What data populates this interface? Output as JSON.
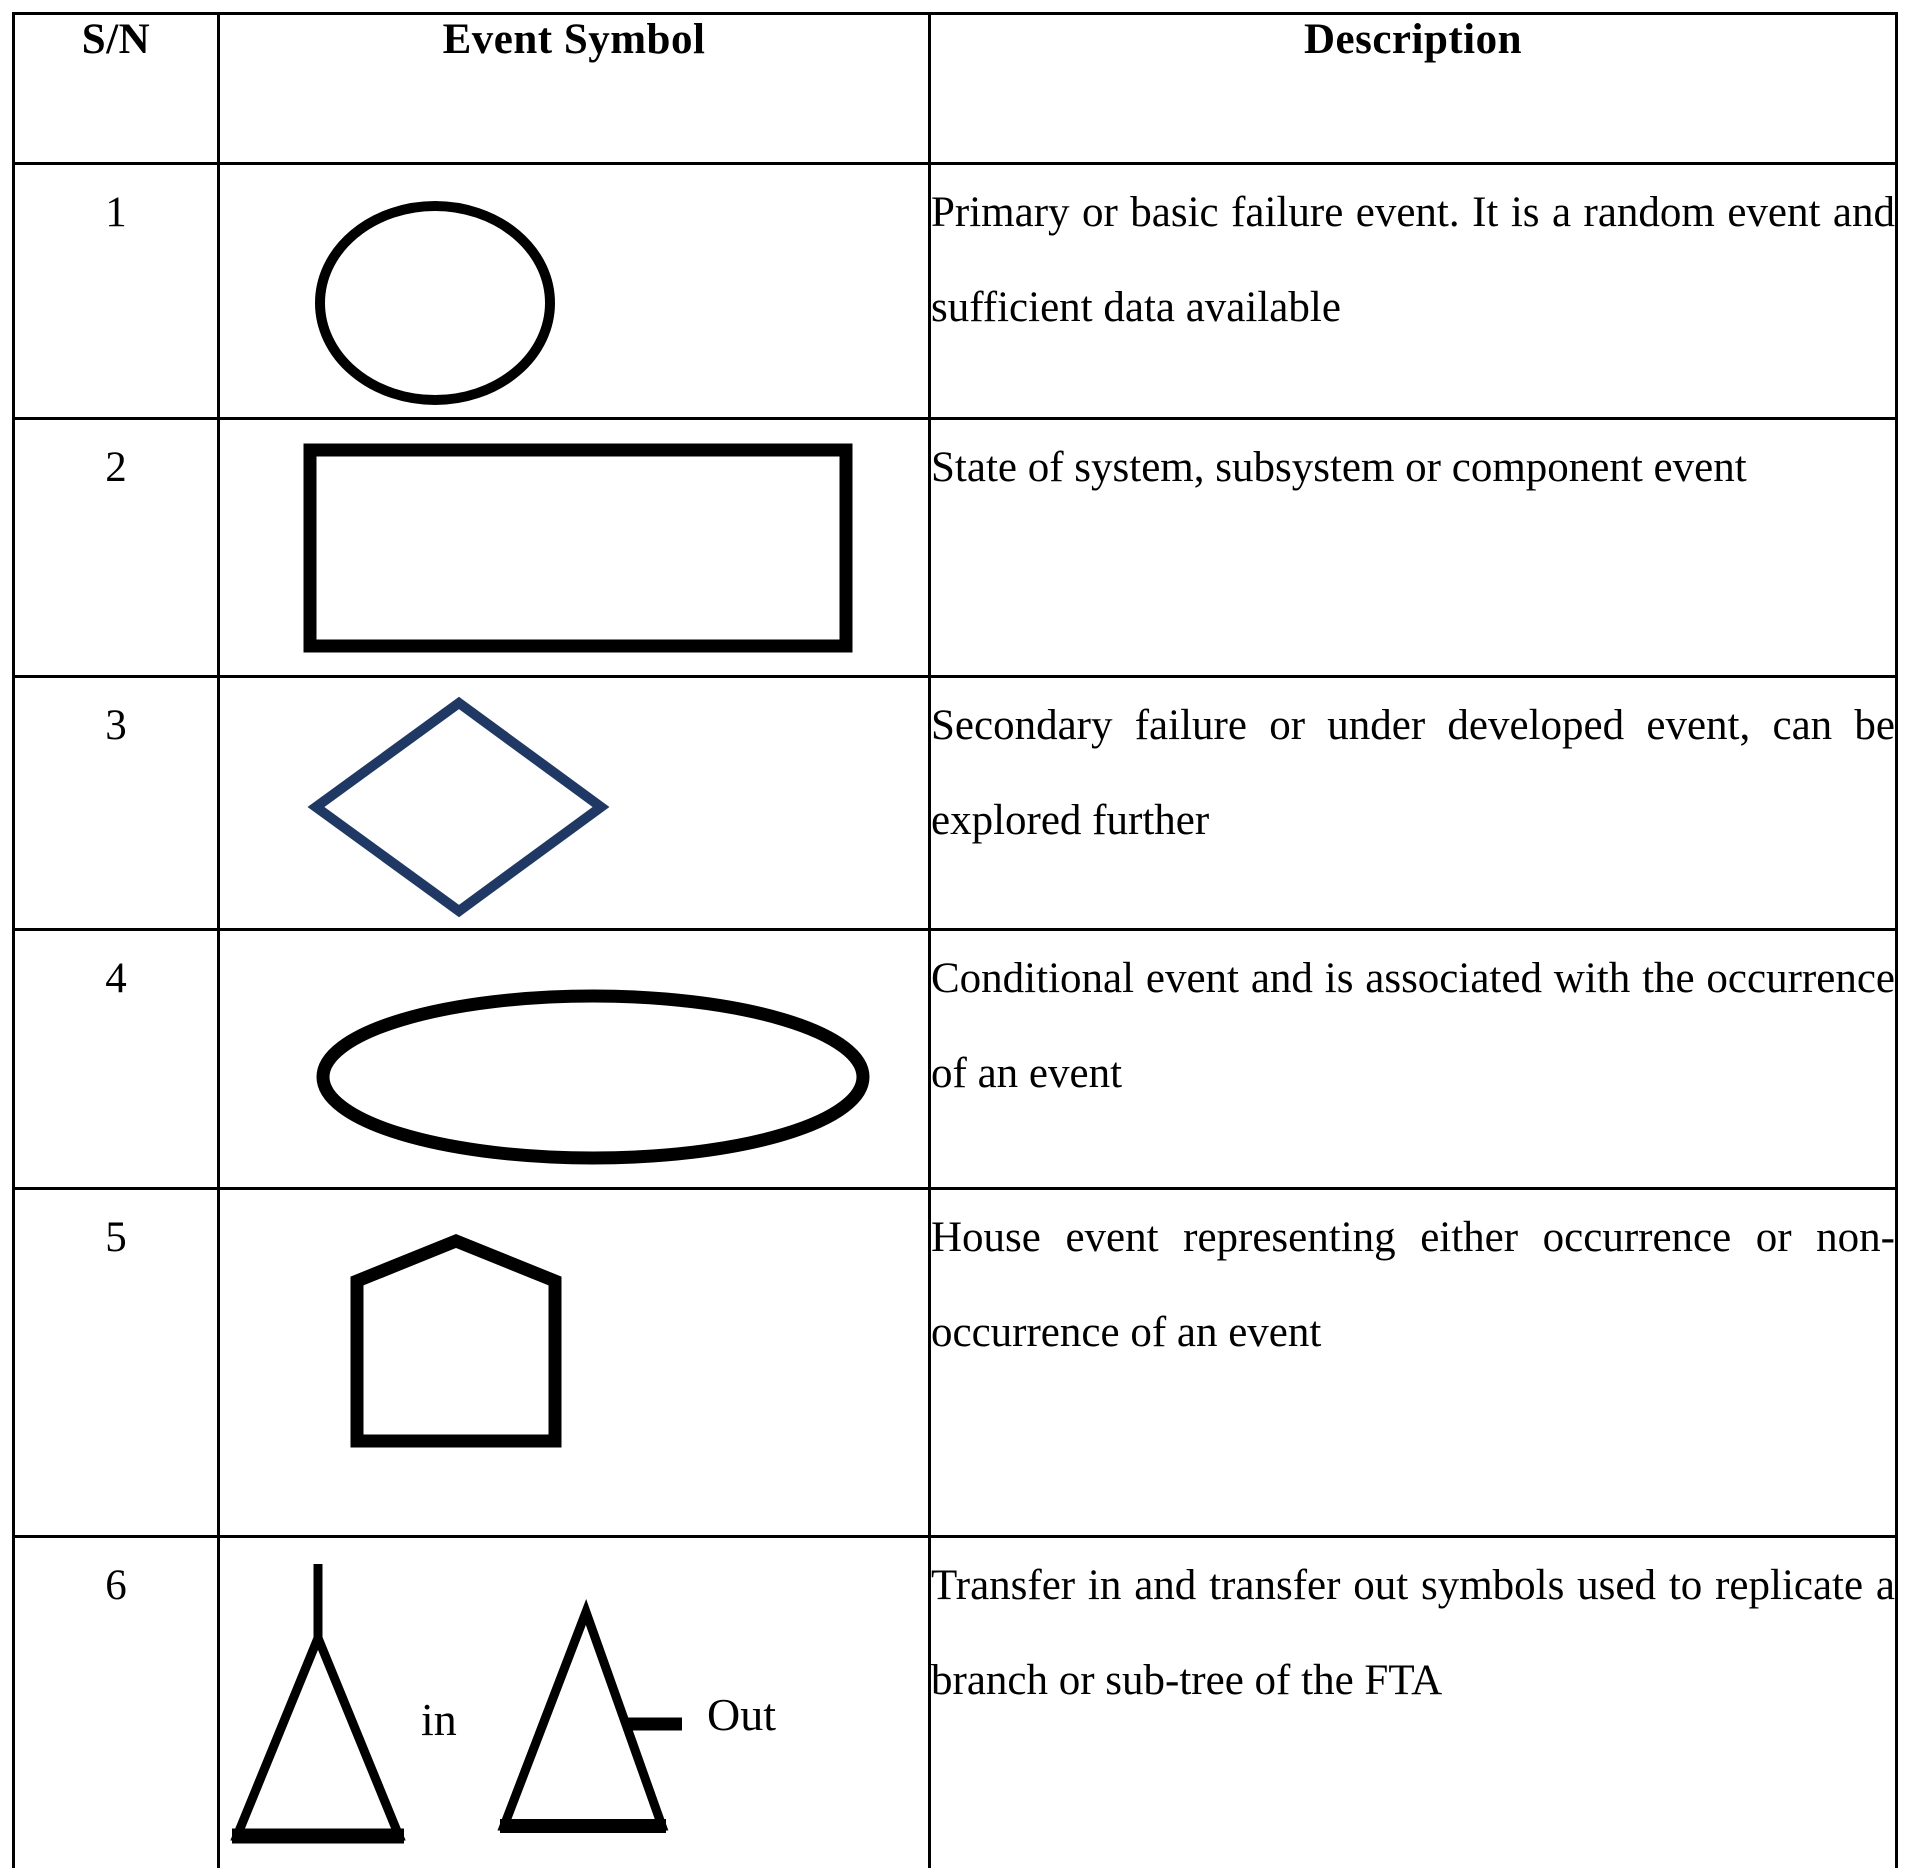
{
  "page": {
    "background": "#ffffff"
  },
  "table": {
    "headers": {
      "sn": "S/N",
      "symbol": "Event Symbol",
      "description": "Description"
    },
    "colors": {
      "symbol": "#000000",
      "diamond": "#1f3864"
    },
    "rows": [
      {
        "sn": "1",
        "symbol": "circle",
        "description": "Primary or basic failure event. It is a random event and sufficient data available"
      },
      {
        "sn": "2",
        "symbol": "rectangle",
        "description": "State of system, subsystem or component event"
      },
      {
        "sn": "3",
        "symbol": "diamond",
        "description": "Secondary failure or under developed event, can be explored further"
      },
      {
        "sn": "4",
        "symbol": "ellipse",
        "description": "Conditional event and is associated with the occurrence of an event"
      },
      {
        "sn": "5",
        "symbol": "house",
        "description": "House event representing either occurrence or non- occurrence of an event"
      },
      {
        "sn": "6",
        "symbol": "transfer-triangles",
        "labels": {
          "in": "in",
          "out": "Out"
        },
        "description": "Transfer in and transfer out symbols used to replicate a branch or sub-tree of the FTA"
      }
    ]
  }
}
